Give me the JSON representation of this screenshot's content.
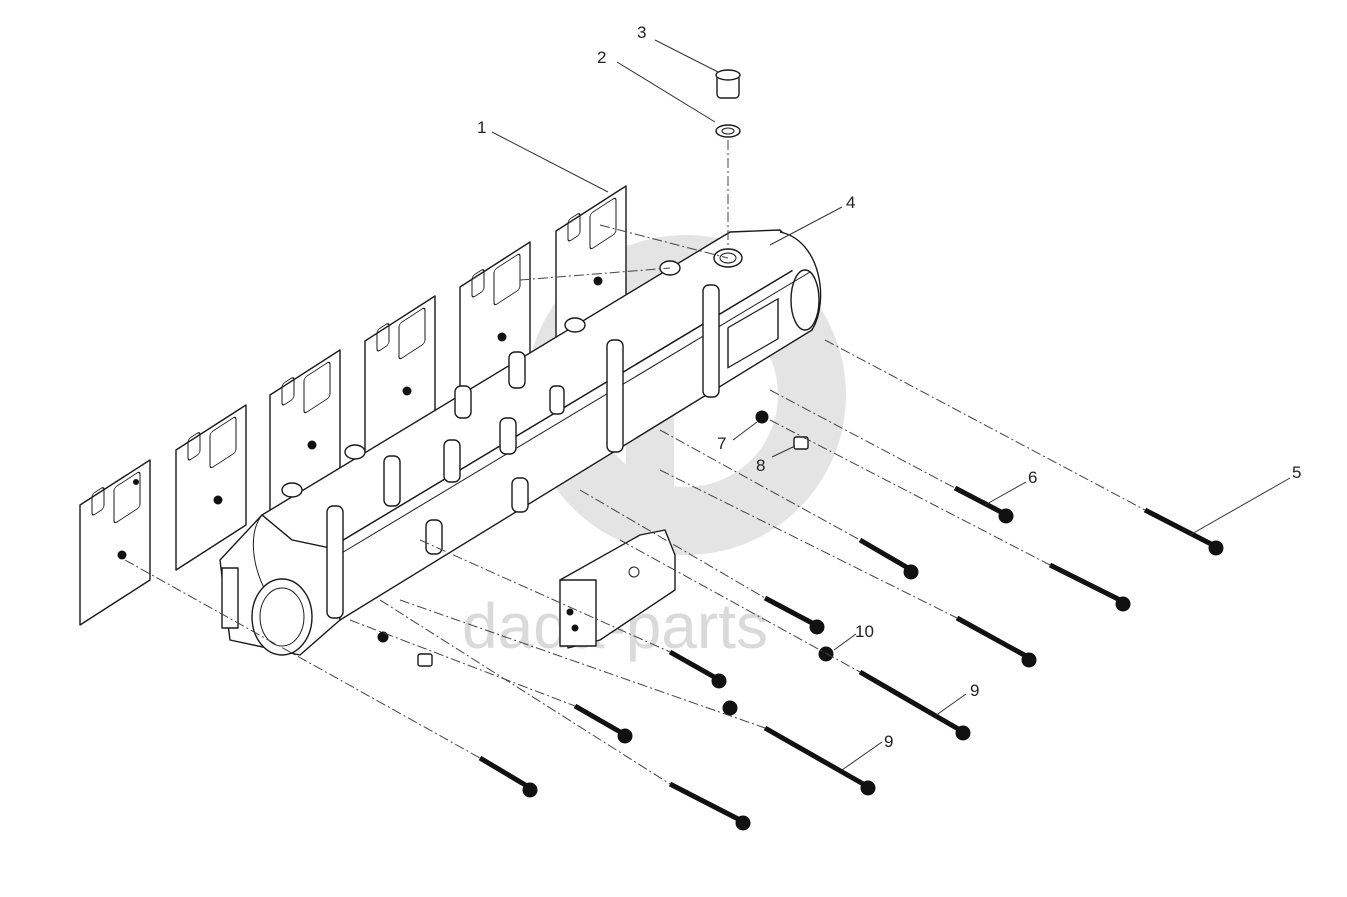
{
  "callouts": [
    {
      "id": "1",
      "label": "1"
    },
    {
      "id": "2",
      "label": "2"
    },
    {
      "id": "3",
      "label": "3"
    },
    {
      "id": "4",
      "label": "4"
    },
    {
      "id": "5",
      "label": "5"
    },
    {
      "id": "6",
      "label": "6"
    },
    {
      "id": "7",
      "label": "7"
    },
    {
      "id": "8",
      "label": "8"
    },
    {
      "id": "9a",
      "label": "9"
    },
    {
      "id": "9b",
      "label": "9"
    },
    {
      "id": "10",
      "label": "10"
    }
  ],
  "watermark": {
    "text": "dada-parts",
    "color": "#d7d7d7"
  },
  "colors": {
    "line": "#1a1a1a",
    "background": "#ffffff"
  }
}
